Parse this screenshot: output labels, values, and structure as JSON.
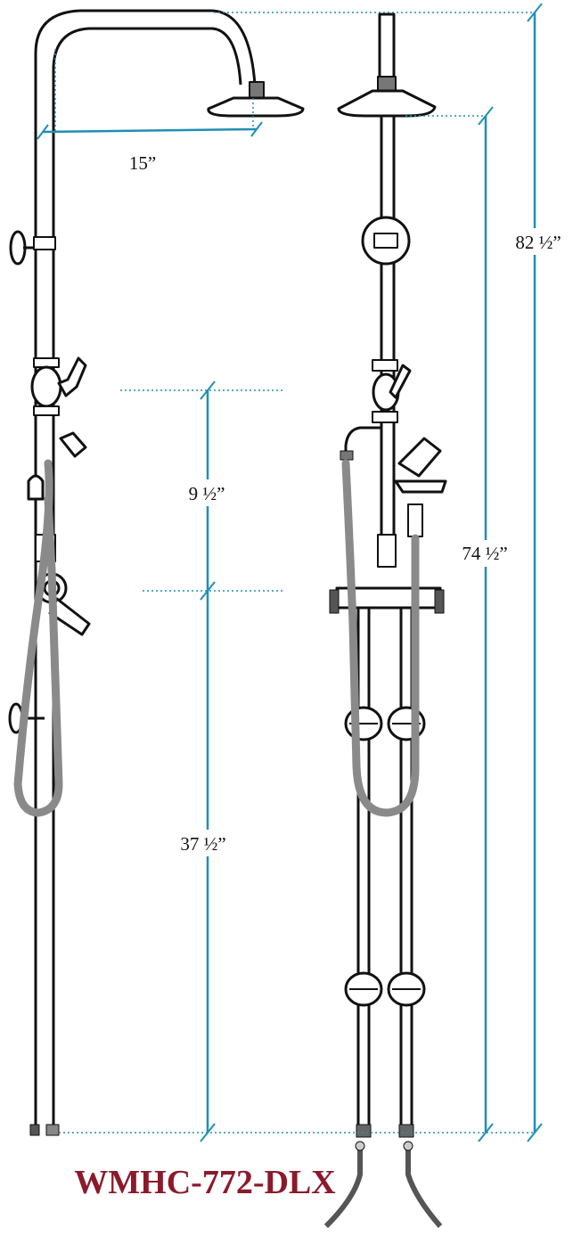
{
  "dimensions": {
    "head_reach": "15”",
    "overall_height": "82 ½”",
    "head_height": "74 ½”",
    "valve_spacing": "9 ½”",
    "valve_height": "37 ½”"
  },
  "model": "WMHC-772-DLX",
  "colors": {
    "dimension_line": "#1f8fb5",
    "model_text": "#8b1a2b",
    "hose": "#8a8a8a",
    "outline": "#111111"
  }
}
